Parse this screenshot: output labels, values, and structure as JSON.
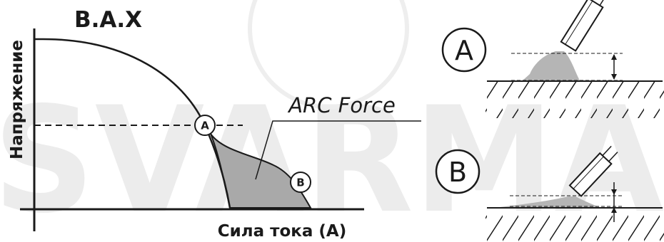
{
  "watermark": {
    "text": "SVARMA"
  },
  "graph": {
    "title": "В.А.Х",
    "y_axis_label": "Напряжение",
    "x_axis_label": "Сила тока (А)",
    "annotation": "ARC Force",
    "marker_a": "A",
    "marker_b": "B"
  },
  "panels": {
    "top_label": "A",
    "bottom_label": "B"
  }
}
